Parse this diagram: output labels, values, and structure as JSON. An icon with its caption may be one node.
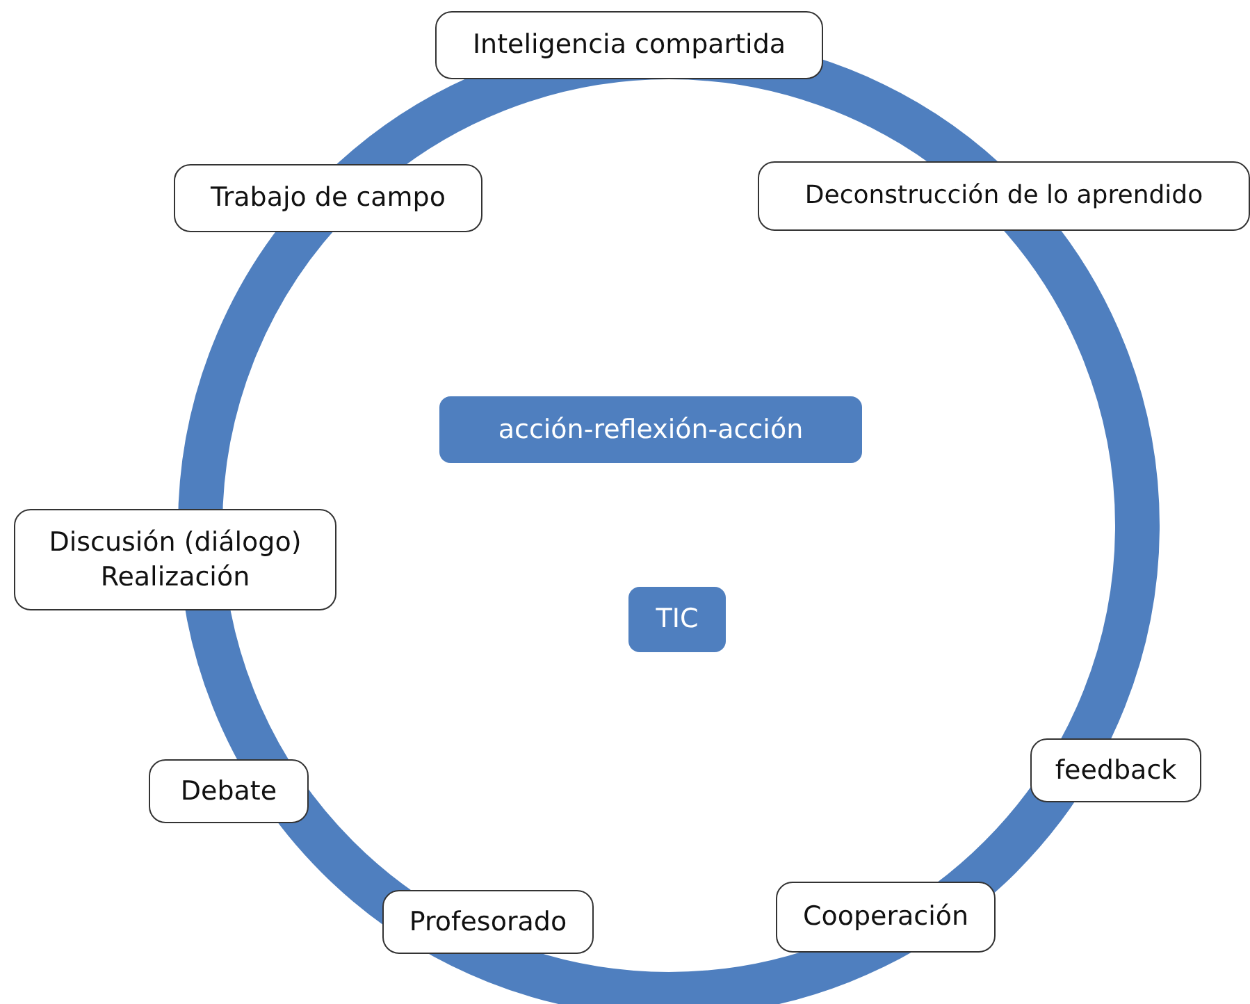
{
  "diagram": {
    "nodes": [
      {
        "text": [
          "Inteligencia compartida"
        ]
      },
      {
        "text": [
          "Trabajo de campo"
        ]
      },
      {
        "text": [
          "Deconstrucción de lo aprendido"
        ]
      },
      {
        "text": [
          "acción-reflexión-acción"
        ]
      },
      {
        "text": [
          "Discusión (diálogo) Realización"
        ]
      },
      {
        "text": [
          "TIC"
        ]
      },
      {
        "text": [
          "feedback"
        ]
      },
      {
        "text": [
          "Debate"
        ]
      },
      {
        "text": [
          "Cooperación"
        ]
      },
      {
        "text": [
          "Profesorado"
        ]
      }
    ]
  }
}
